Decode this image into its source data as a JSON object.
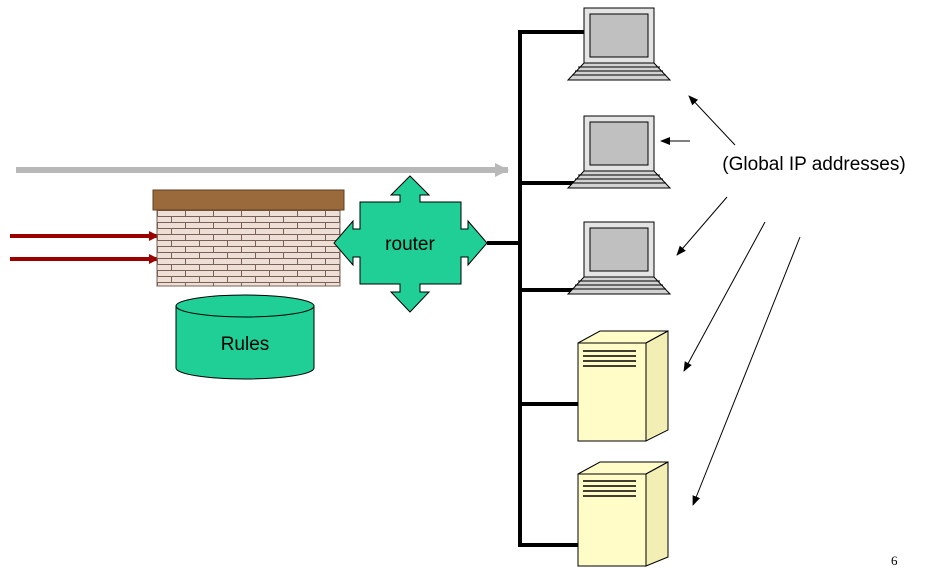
{
  "diagram": {
    "router_label": "router",
    "rules_label": "Rules",
    "annotation_label": "(Global IP addresses)",
    "page_number": "6"
  },
  "hosts": [
    {
      "type": "laptop"
    },
    {
      "type": "laptop"
    },
    {
      "type": "laptop"
    },
    {
      "type": "server"
    },
    {
      "type": "server"
    }
  ],
  "colors": {
    "router": "#1fcf96",
    "rules_db": "#1fcf96",
    "inbound_arrows": "#9b0000",
    "bypass_arrow": "#b8b8b8",
    "wall_cap": "#9b6a3c",
    "brick": "#eedfd6",
    "server_body": "#fffcc8",
    "laptop_screen": "#c0c0c0"
  }
}
